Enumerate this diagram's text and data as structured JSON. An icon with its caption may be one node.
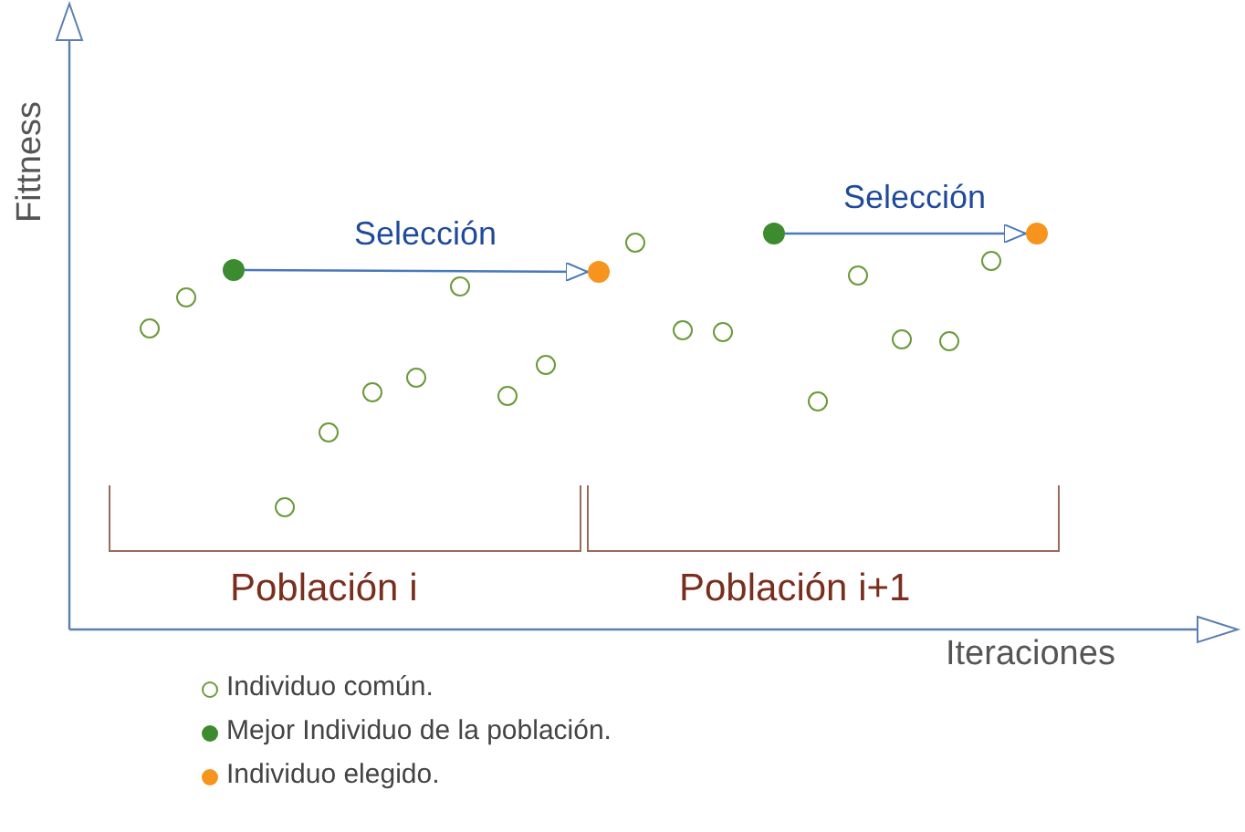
{
  "diagram": {
    "nodes": [
      {
        "text": [],
        "shape": "circle"
      },
      {
        "text": [],
        "shape": "circle"
      },
      {
        "text": [],
        "shape": "circle"
      },
      {
        "text": [],
        "shape": "circle"
      }
    ],
    "edges": [
      {
        "from": 0,
        "to": 1,
        "arrow": "to",
        "label": "Selección"
      },
      {
        "from": 2,
        "to": 3,
        "arrow": "to",
        "label": "Selección"
      }
    ],
    "labels": [
      "Fittness",
      "Población i",
      "Población i+1",
      "Iteraciones"
    ],
    "legend": [
      {
        "text": "Individuo común."
      },
      {
        "text": "Mejor Individuo de la población.",
        "color": "#3d8b2f"
      },
      {
        "text": "Individuo elegido.",
        "color": "#f7941d"
      }
    ]
  }
}
